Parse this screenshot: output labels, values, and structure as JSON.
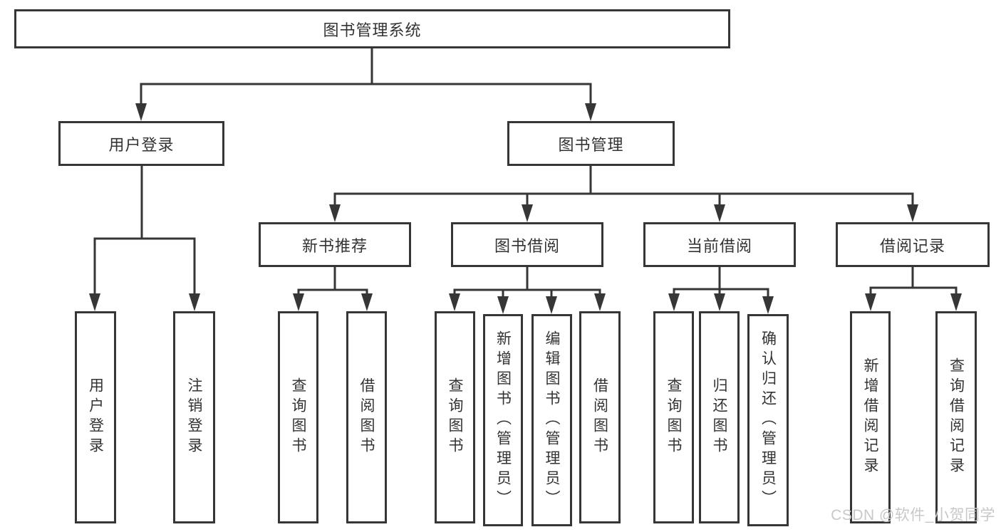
{
  "title": "图书管理系统",
  "tree": {
    "label": "图书管理系统",
    "children": [
      {
        "label": "用户登录",
        "children": [
          {
            "label": "用户登录"
          },
          {
            "label": "注销登录"
          }
        ]
      },
      {
        "label": "图书管理",
        "children": [
          {
            "label": "新书推荐",
            "children": [
              {
                "label": "查询图书"
              },
              {
                "label": "借阅图书"
              }
            ]
          },
          {
            "label": "图书借阅",
            "children": [
              {
                "label": "查询图书"
              },
              {
                "label": "新增图书（管理员）"
              },
              {
                "label": "编辑图书（管理员）"
              },
              {
                "label": "借阅图书"
              }
            ]
          },
          {
            "label": "当前借阅",
            "children": [
              {
                "label": "查询图书"
              },
              {
                "label": "归还图书"
              },
              {
                "label": "确认归还（管理员）"
              }
            ]
          },
          {
            "label": "借阅记录",
            "children": [
              {
                "label": "新增借阅记录"
              },
              {
                "label": "查询借阅记录"
              }
            ]
          }
        ]
      }
    ]
  },
  "watermark": {
    "text": "CSDN @软件_小贺同学",
    "color": "#c8c8c8"
  },
  "colors": {
    "line": "#363636",
    "text": "#333333",
    "background": "#ffffff"
  }
}
